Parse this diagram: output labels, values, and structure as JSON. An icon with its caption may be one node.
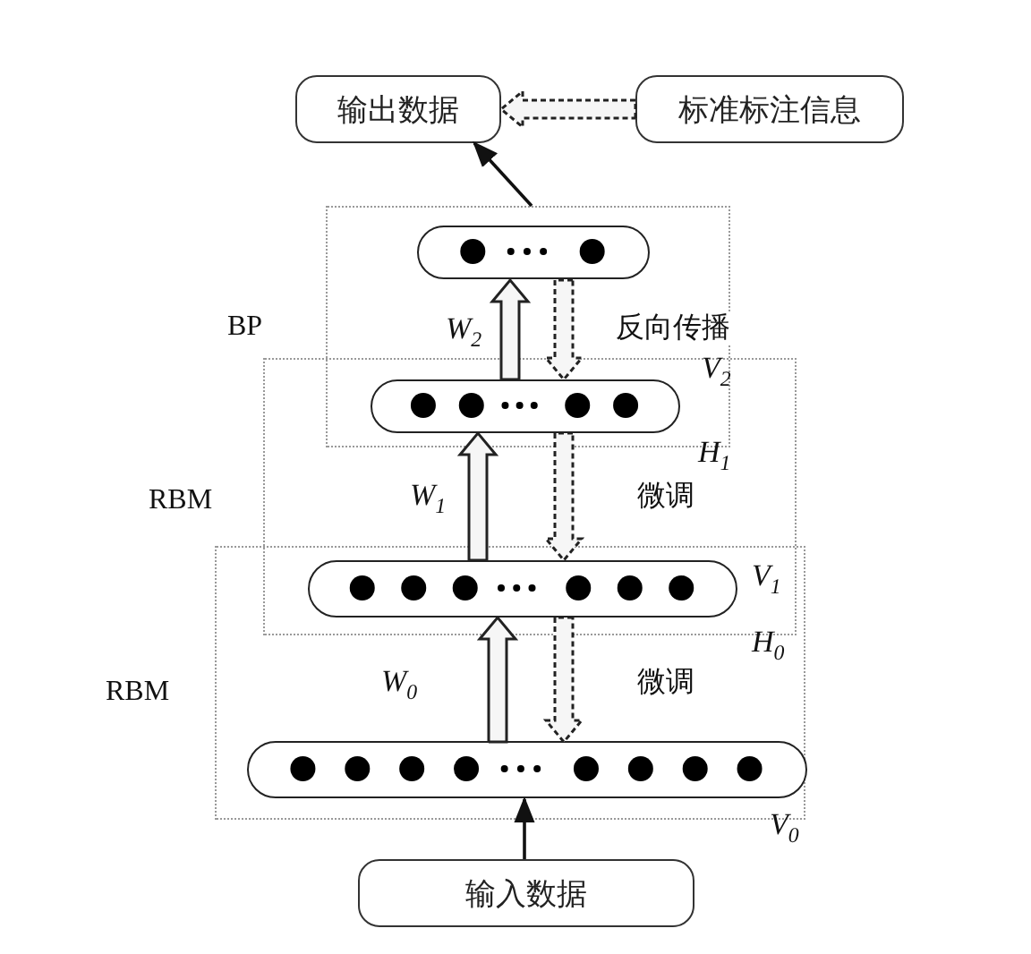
{
  "diagram": {
    "nodes": [
      {
        "text": [
          "输出数据"
        ]
      },
      {
        "text": [
          "标准标注信息"
        ]
      },
      {
        "text": [
          "BP"
        ]
      },
      {
        "text": [
          "RBM"
        ]
      },
      {
        "text": [
          "RBM"
        ]
      },
      {
        "text": [],
        "shape": "capsule",
        "in": 2
      },
      {
        "text": [],
        "shape": "capsule"
      },
      {
        "text": [],
        "shape": "capsule"
      },
      {
        "text": [],
        "shape": "capsule",
        "in": 4
      },
      {
        "text": [
          "输入数据"
        ]
      }
    ],
    "edges": [
      {
        "from": 1,
        "to": 0,
        "arrow": "to",
        "style": "dashed"
      },
      {
        "from": 2,
        "to": 0,
        "arrow": "to"
      },
      {
        "from": 6,
        "to": 5,
        "arrow": "to",
        "style": "thick",
        "label": "W$_{2}$"
      },
      {
        "from": 5,
        "to": 6,
        "arrow": "to",
        "style": "dashed",
        "label": "反向传播"
      },
      {
        "from": 7,
        "to": 6,
        "arrow": "to",
        "style": "thick",
        "label": "W$_{1}$"
      },
      {
        "from": 6,
        "to": 7,
        "arrow": "to",
        "style": "dashed",
        "label": "微调"
      },
      {
        "from": 8,
        "to": 7,
        "arrow": "to",
        "style": "thick",
        "label": "W$_{0}$"
      },
      {
        "from": 7,
        "to": 8,
        "arrow": "to",
        "style": "dashed",
        "label": "微调"
      },
      {
        "from": 9,
        "to": 8,
        "arrow": "to"
      }
    ],
    "labels": [
      "V$_{2}$",
      "H$_{1}$",
      "V$_{1}$",
      "H$_{0}$",
      "V$_{0}$"
    ]
  }
}
